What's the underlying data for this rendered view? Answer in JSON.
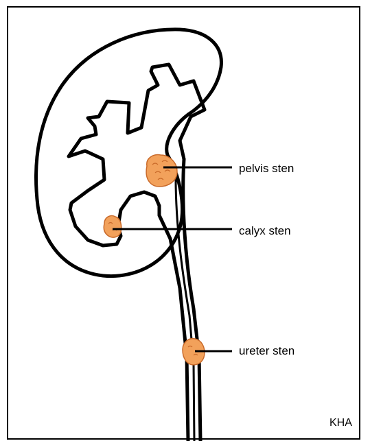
{
  "labels": {
    "pelvis": "pelvis sten",
    "calyx": "calyx sten",
    "ureter": "ureter sten"
  },
  "signature": "KHA",
  "colors": {
    "stone": "#f2a15b",
    "stone_texture": "#c96a2a",
    "outline": "#000000",
    "background": "#ffffff"
  }
}
